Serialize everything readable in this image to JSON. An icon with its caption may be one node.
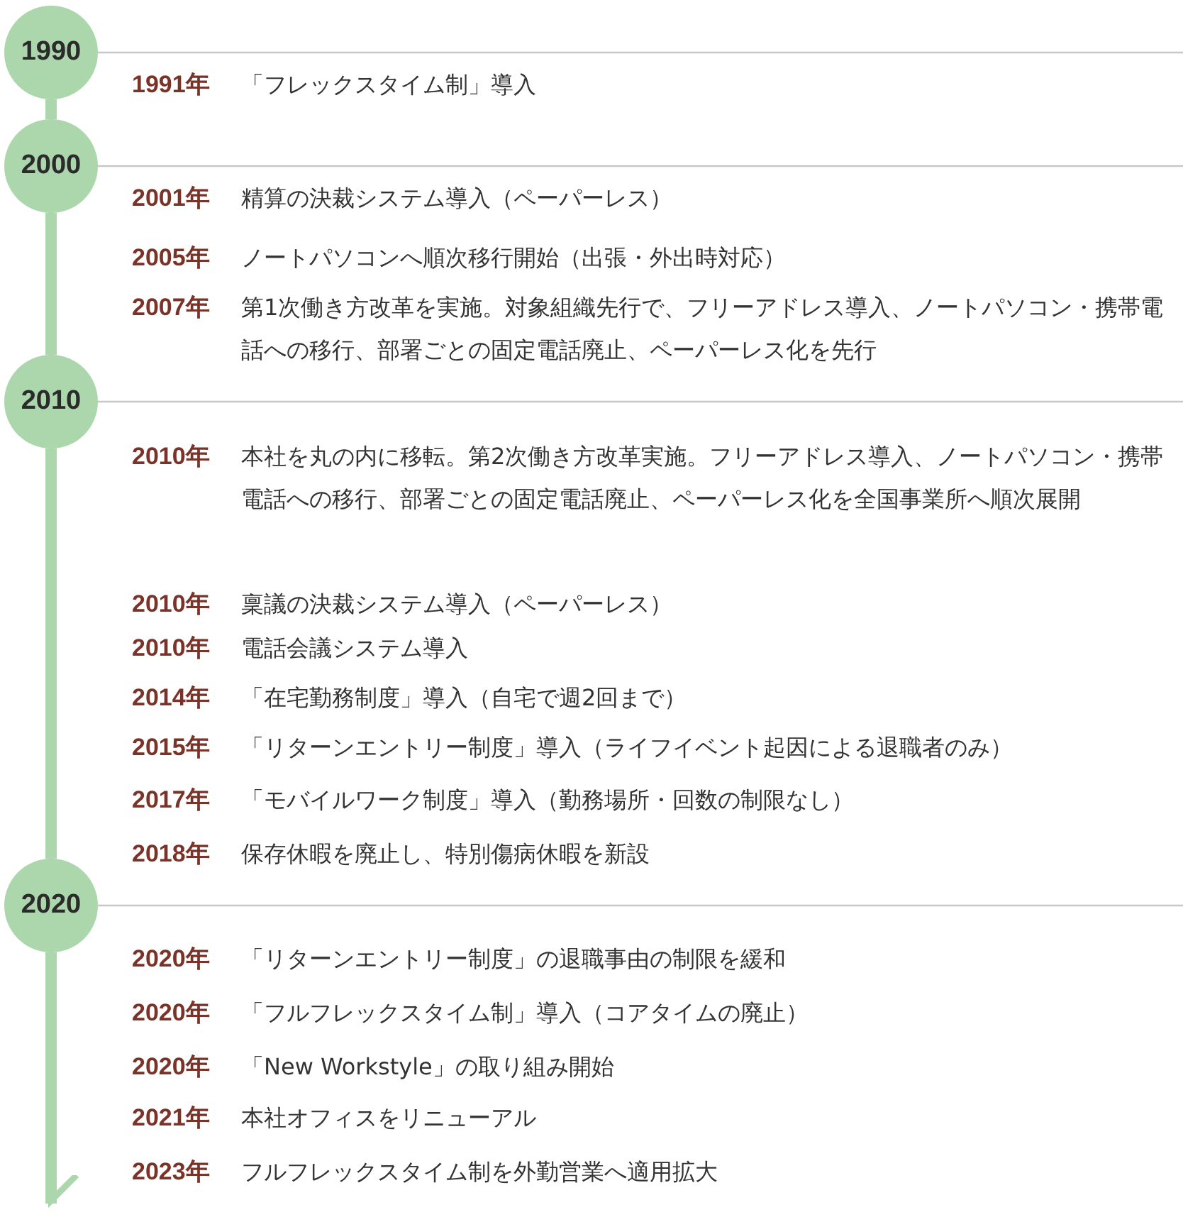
{
  "diagram": {
    "nodes": [
      {
        "text": [
          "1990"
        ]
      },
      {
        "text": [
          "2000"
        ]
      },
      {
        "text": [
          "2010"
        ]
      },
      {
        "text": [
          "2020"
        ]
      }
    ],
    "edges": [
      {
        "from": 0,
        "to": 1,
        "arrow": "none"
      },
      {
        "from": 1,
        "to": 2,
        "arrow": "none"
      },
      {
        "from": 2,
        "to": 3,
        "arrow": "none"
      },
      {
        "from": 3,
        "to": null,
        "arrow": "to"
      }
    ],
    "labels": [
      "1991年",
      "「フレックスタイム制」導入",
      "2001年",
      "精算の決裁システム導入（ペーパーレス）",
      "2005年",
      "ノートパソコンへ順次移行開始（出張・外出時対応）",
      "2007年",
      "第1次働き方改革を実施。対象組織先行で、フリーアドレス導入、ノートパソコン・携帯電話への移行、部署ごとの固定電話廃止、ペーパーレス化を先行",
      "2010年",
      "本社を丸の内に移転。第2次働き方改革実施。フリーアドレス導入、ノートパソコン・携帯電話への移行、部署ごとの固定電話廃止、ペーパーレス化を全国事業所へ順次展開",
      "2010年",
      "稟議の決裁システム導入（ペーパーレス）",
      "2010年",
      "電話会議システム導入",
      "2014年",
      "「在宅勤務制度」導入（自宅で週2回まで）",
      "2015年",
      "「リターンエントリー制度」導入（ライフイベント起因による退職者のみ）",
      "2017年",
      "「モバイルワーク制度」導入（勤務場所・回数の制限なし）",
      "2018年",
      "保存休暇を廃止し、特別傷病休暇を新設",
      "2020年",
      "「リターンエントリー制度」の退職事由の制限を緩和",
      "2020年",
      "「フルフレックスタイム制」導入（コアタイムの廃止）",
      "2020年",
      "「New Workstyle」の取り組み開始",
      "2021年",
      "本社オフィスをリニューアル",
      "2023年",
      "フルフレックスタイム制を外勤営業へ適用拡大"
    ]
  }
}
